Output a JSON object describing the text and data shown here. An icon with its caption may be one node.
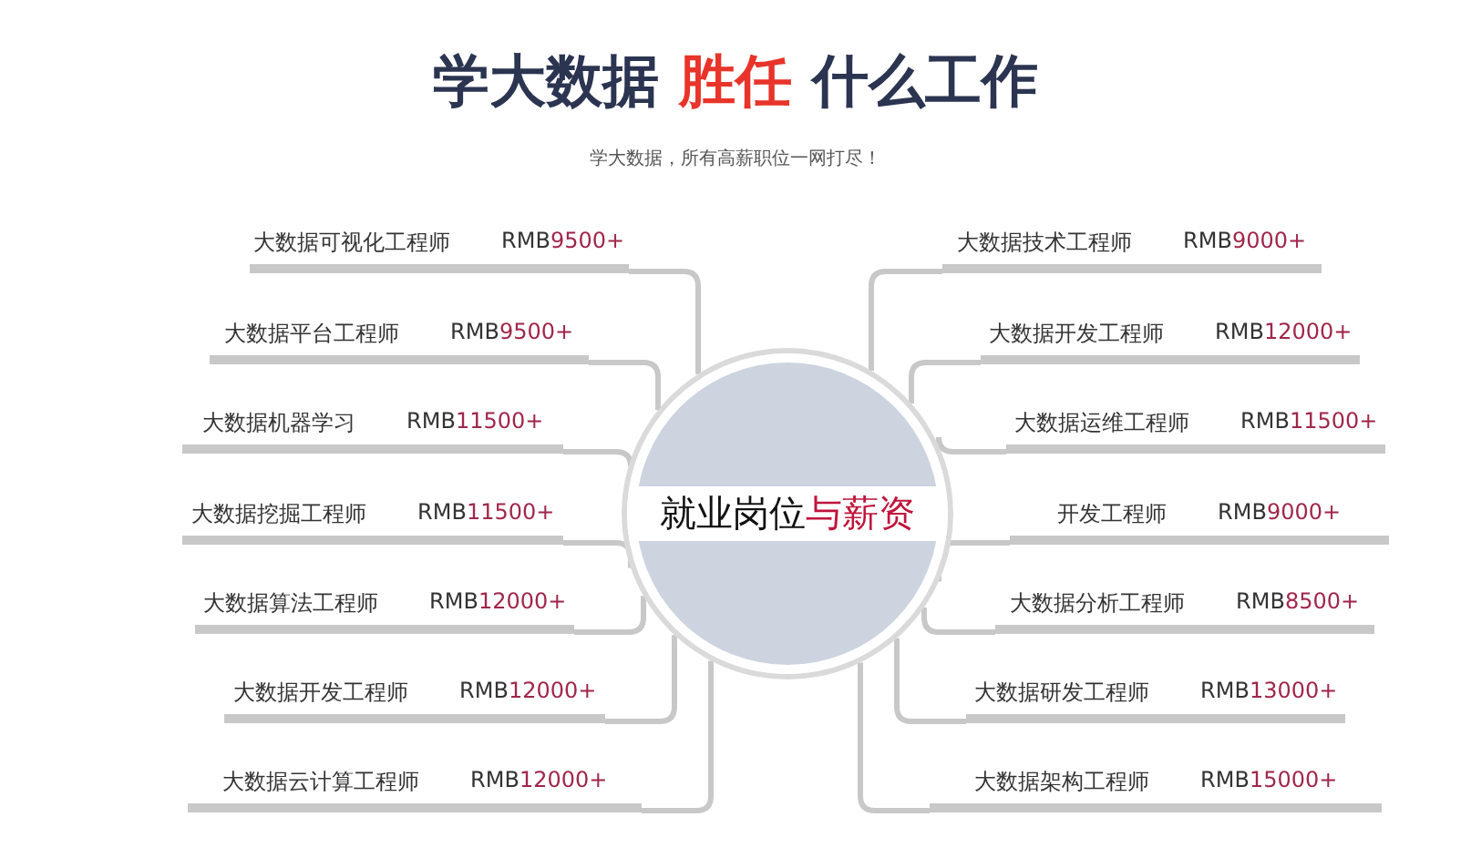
{
  "diagram": {
    "title": "学大数据 **胜任** 什么工作",
    "nodes": [
      {
        "text": [
          "就业岗位**与薪资**"
        ]
      },
      {
        "text": [
          "大数据可视化工程师",
          "RMB**9500+**"
        ]
      },
      {
        "text": [
          "大数据平台工程师",
          "RMB**9500+**"
        ]
      },
      {
        "text": [
          "大数据机器学习",
          "RMB**11500+**"
        ]
      },
      {
        "text": [
          "大数据挖掘工程师",
          "RMB**11500+**"
        ]
      },
      {
        "text": [
          "大数据算法工程师",
          "RMB**12000+**"
        ]
      },
      {
        "text": [
          "大数据开发工程师",
          "RMB**12000+**"
        ]
      },
      {
        "text": [
          "大数据云计算工程师",
          "RMB**12000+**"
        ]
      },
      {
        "text": [
          "大数据技术工程师",
          "RMB**9000+**"
        ]
      },
      {
        "text": [
          "大数据开发工程师",
          "RMB**12000+**"
        ]
      },
      {
        "text": [
          "大数据运维工程师",
          "RMB**11500+**"
        ]
      },
      {
        "text": [
          "开发工程师",
          "RMB**9000+**"
        ]
      },
      {
        "text": [
          "大数据分析工程师",
          "RMB**8500+**"
        ]
      },
      {
        "text": [
          "大数据研发工程师",
          "RMB**13000+**"
        ]
      },
      {
        "text": [
          "大数据架构工程师",
          "RMB**15000+**"
        ]
      }
    ],
    "edges": [
      {
        "from": 0,
        "to": 1,
        "arrow": "none"
      },
      {
        "from": 0,
        "to": 2,
        "arrow": "none"
      },
      {
        "from": 0,
        "to": 3,
        "arrow": "none"
      },
      {
        "from": 0,
        "to": 4,
        "arrow": "none"
      },
      {
        "from": 0,
        "to": 5,
        "arrow": "none"
      },
      {
        "from": 0,
        "to": 6,
        "arrow": "none"
      },
      {
        "from": 0,
        "to": 7,
        "arrow": "none"
      },
      {
        "from": 0,
        "to": 8,
        "arrow": "none"
      },
      {
        "from": 0,
        "to": 9,
        "arrow": "none"
      },
      {
        "from": 0,
        "to": 10,
        "arrow": "none"
      },
      {
        "from": 0,
        "to": 11,
        "arrow": "none"
      },
      {
        "from": 0,
        "to": 12,
        "arrow": "none"
      },
      {
        "from": 0,
        "to": 13,
        "arrow": "none"
      },
      {
        "from": 0,
        "to": 14,
        "arrow": "none"
      }
    ],
    "labels": [
      "学大数据，所有高薪职位一网打尽！"
    ]
  }
}
